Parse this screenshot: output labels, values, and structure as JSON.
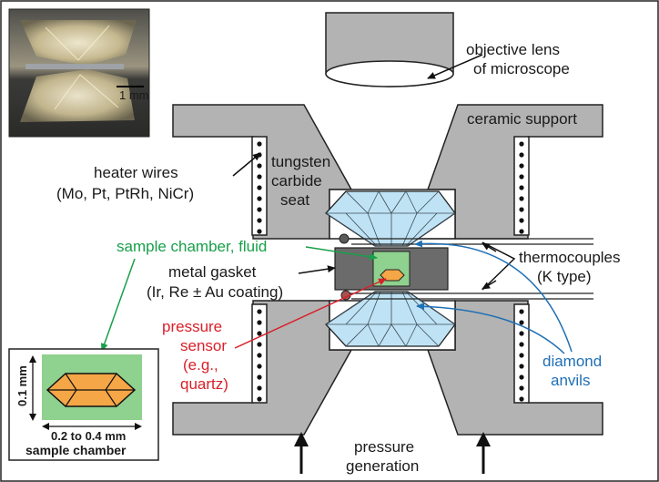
{
  "photo": {
    "scale_label": "1 mm"
  },
  "labels": {
    "objective_line1": "objective lens",
    "objective_line2": "of microscope",
    "ceramic": "ceramic support",
    "heater_line1": "heater wires",
    "heater_line2": "(Mo, Pt, PtRh, NiCr)",
    "seat_line1": "tungsten",
    "seat_line2": "carbide",
    "seat_line3": "seat",
    "sample_chamber_fluid": "sample chamber, fluid",
    "gasket_line1": "metal gasket",
    "gasket_line2": "(Ir, Re ± Au coating)",
    "thermo_line1": "thermocouples",
    "thermo_line2": "(K type)",
    "sensor_line1": "pressure",
    "sensor_line2": "sensor",
    "sensor_line3": "(e.g.,",
    "sensor_line4": "quartz)",
    "diamond_line1": "diamond",
    "diamond_line2": "anvils",
    "pressure_line1": "pressure",
    "pressure_line2": "generation"
  },
  "inset": {
    "height_label": "0.1 mm",
    "width_label": "0.2 to 0.4 mm",
    "title": "sample chamber"
  },
  "colors": {
    "gray": "#b3b3b3",
    "diamond": "#bfe3f5",
    "sample": "#8fd18f",
    "crystal": "#f5a646",
    "gasket": "#6b6b6b",
    "green_label": "#17a04a",
    "red_label": "#d9202a",
    "blue_label": "#1f6fb5"
  }
}
